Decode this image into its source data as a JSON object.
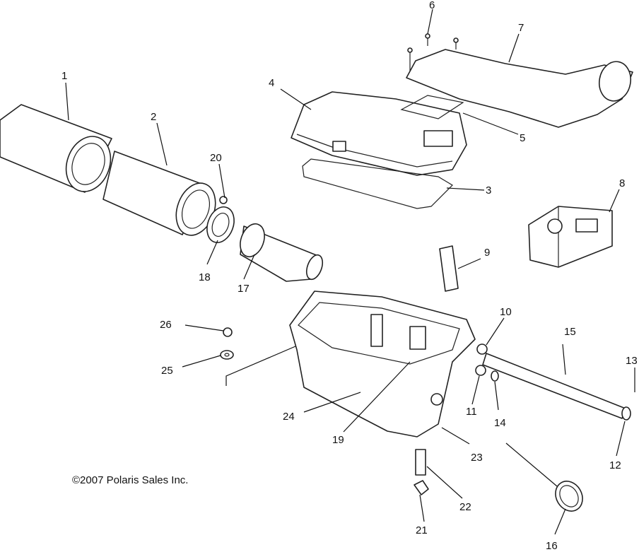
{
  "copyright": "©2007 Polaris Sales Inc.",
  "callouts": [
    "1",
    "2",
    "3",
    "4",
    "5",
    "6",
    "7",
    "8",
    "9",
    "10",
    "11",
    "12",
    "13",
    "14",
    "15",
    "16",
    "17",
    "18",
    "19",
    "20",
    "21",
    "22",
    "23",
    "24",
    "25",
    "26"
  ]
}
